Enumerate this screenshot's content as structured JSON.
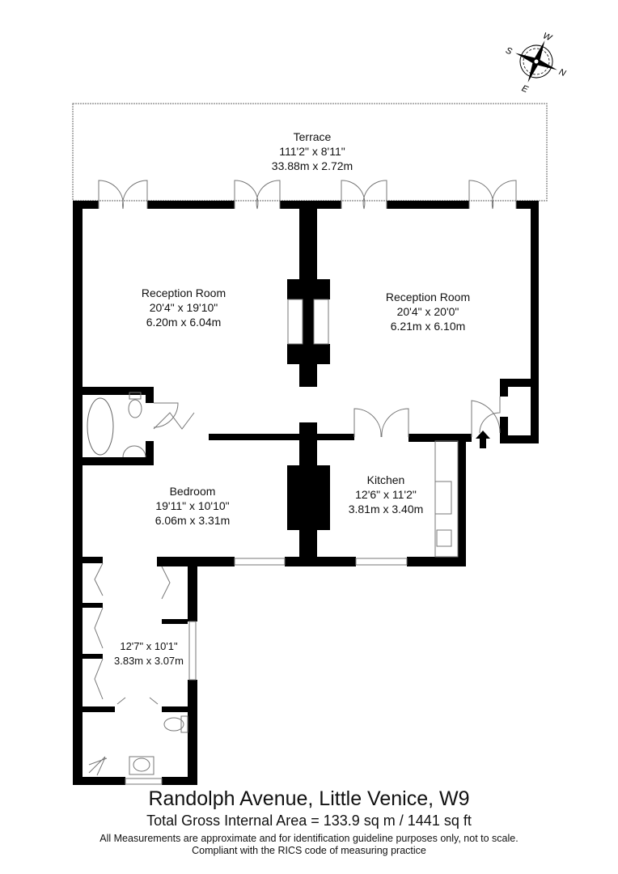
{
  "rooms": [
    {
      "name": "Terrace",
      "imperial": "111'2\" x 8'11\"",
      "metric": "33.88m x 2.72m"
    },
    {
      "name": "Reception Room",
      "imperial": "20'4\" x 19'10\"",
      "metric": "6.20m x 6.04m"
    },
    {
      "name": "Reception Room",
      "imperial": "20'4\" x 20'0\"",
      "metric": "6.21m x 6.10m"
    },
    {
      "name": "Bedroom",
      "imperial": "19'11\" x 10'10\"",
      "metric": "6.06m x 3.31m"
    },
    {
      "name": "Kitchen",
      "imperial": "12'6\" x 11'2\"",
      "metric": "3.81m x 3.40m"
    },
    {
      "name": "",
      "imperial": "12'7\" x 10'1\"",
      "metric": "3.83m x 3.07m"
    }
  ],
  "compass": {
    "n": "N",
    "s": "S",
    "e": "E",
    "w": "W"
  },
  "footer": {
    "title": "Randolph Avenue, Little Venice, W9",
    "area": "Total Gross Internal Area = 133.9 sq m / 1441 sq ft",
    "disclaimer": "All Measurements are approximate and for identification guideline purposes only, not to scale.",
    "compliance": "Compliant with the RICS code of measuring practice"
  },
  "colors": {
    "wall": "#000000",
    "line": "#888888"
  }
}
